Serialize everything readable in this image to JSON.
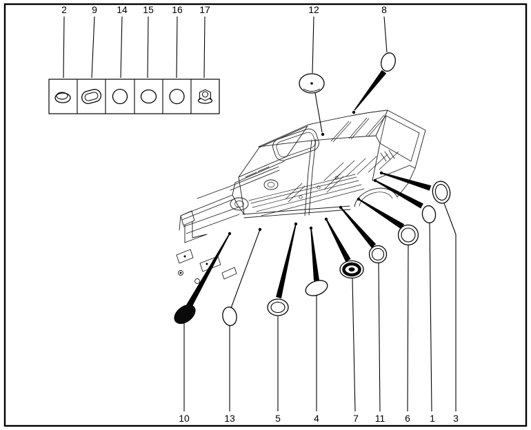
{
  "page": {
    "type": "body-grommet-location-diagram",
    "background": "#ffffff",
    "line_color": "#000000"
  },
  "legend": {
    "items": [
      {
        "label": "2",
        "shape": "dome-plug-icon"
      },
      {
        "label": "9",
        "shape": "oval-grommet-icon"
      },
      {
        "label": "14",
        "shape": "round-plug-icon"
      },
      {
        "label": "15",
        "shape": "round-plug-icon"
      },
      {
        "label": "16",
        "shape": "round-plug-icon"
      },
      {
        "label": "17",
        "shape": "flange-nut-icon"
      }
    ]
  },
  "callouts": {
    "top": [
      {
        "label": "12",
        "plug": "round-plug-with-pin"
      },
      {
        "label": "8",
        "plug": "oval-plug"
      }
    ],
    "bottom": [
      {
        "label": "10",
        "plug": "solid-oval-plug"
      },
      {
        "label": "13",
        "plug": "oval-plug"
      },
      {
        "label": "5",
        "plug": "double-ring-round-plug"
      },
      {
        "label": "4",
        "plug": "oval-pad-plug"
      },
      {
        "label": "7",
        "plug": "multi-ring-grommet"
      },
      {
        "label": "11",
        "plug": "double-ring-round-plug"
      },
      {
        "label": "6",
        "plug": "double-ring-round-plug"
      },
      {
        "label": "1",
        "plug": "oval-plug"
      },
      {
        "label": "3",
        "plug": "double-ring-oval-plug"
      }
    ]
  }
}
